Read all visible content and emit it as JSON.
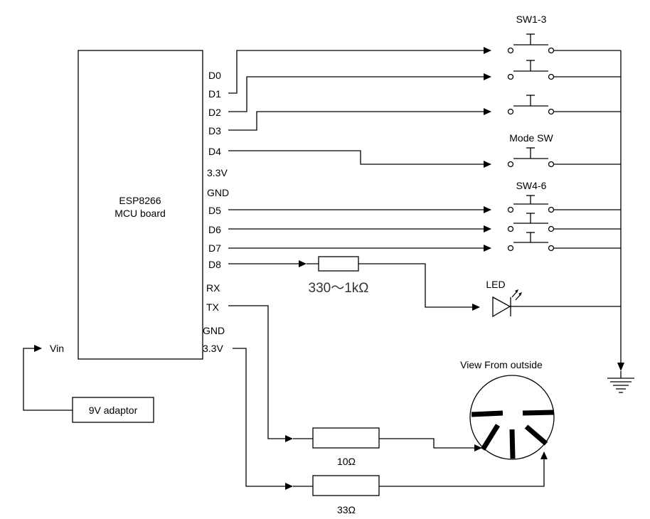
{
  "mcu": {
    "line1": "ESP8266",
    "line2": "MCU board"
  },
  "pins": {
    "d0": "D0",
    "d1": "D1",
    "d2": "D2",
    "d3": "D3",
    "d4": "D4",
    "v33a": "3.3V",
    "gnda": "GND",
    "d5": "D5",
    "d6": "D6",
    "d7": "D7",
    "d8": "D8",
    "rx": "RX",
    "tx": "TX",
    "gndb": "GND",
    "v33b": "3.3V"
  },
  "labels": {
    "sw13": "SW1-3",
    "modesw": "Mode SW",
    "sw46": "SW4-6",
    "led": "LED",
    "resistor_led": "330～1kΩ",
    "r10": "10Ω",
    "r33": "33Ω",
    "view": "View From outside",
    "vin": "Vin",
    "adaptor": "9V adaptor"
  }
}
